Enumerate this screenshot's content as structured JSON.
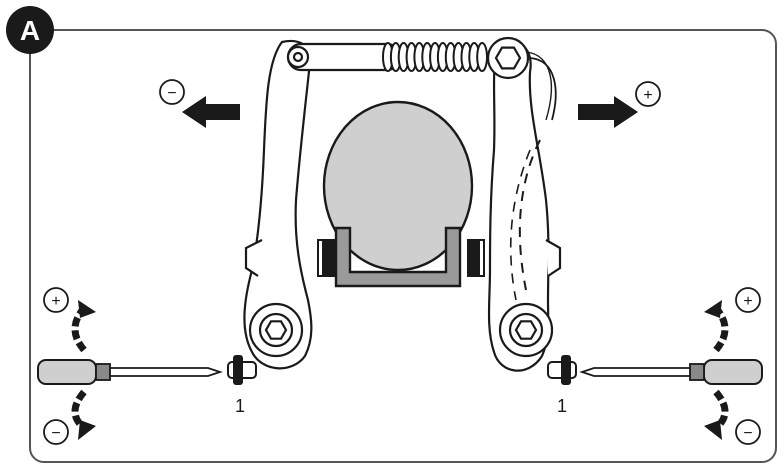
{
  "panel": {
    "badge_label": "A"
  },
  "adjustment": {
    "minus_symbol": "−",
    "plus_symbol": "+",
    "left_screw_label": "1",
    "right_screw_label": "1"
  },
  "colors": {
    "ink": "#1a1a1a",
    "tire_fill": "#cfcfcf",
    "rim_fill": "#9a9a9a",
    "panel_border": "#555555"
  },
  "icons": [
    "badge-a",
    "arrow-left-icon",
    "arrow-right-icon",
    "curved-arrow-icon",
    "screwdriver-icon",
    "spring-icon",
    "hex-bolt-icon"
  ]
}
